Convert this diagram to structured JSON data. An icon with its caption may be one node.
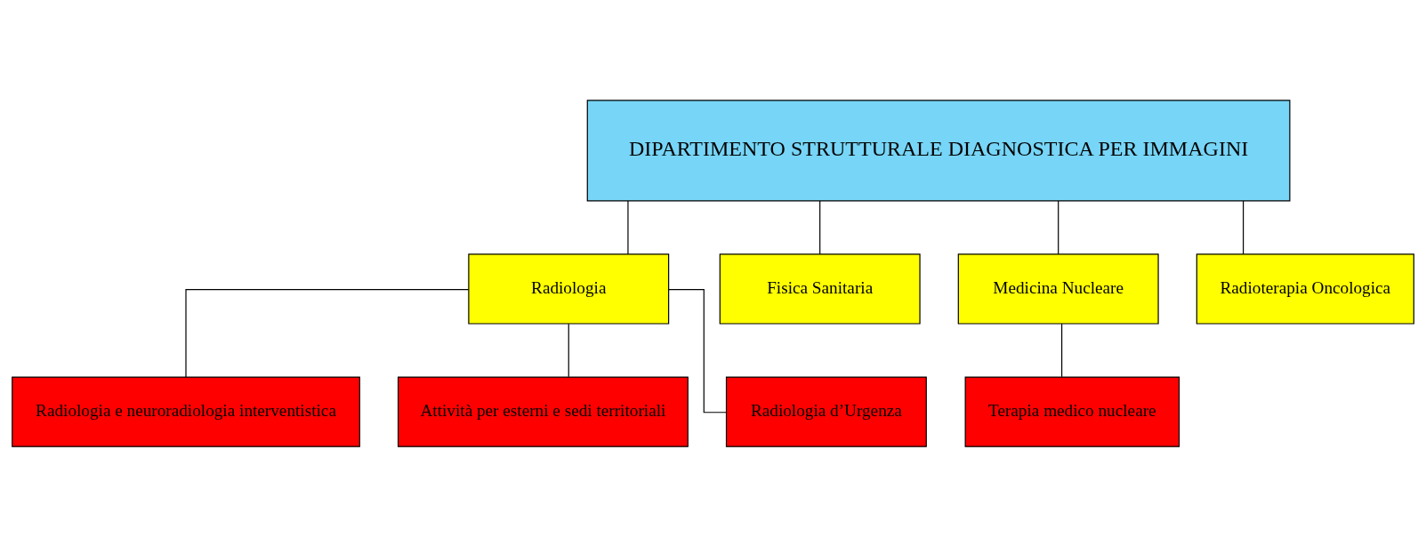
{
  "diagram": {
    "nodes": [
      {
        "text": [
          "DIPARTIMENTO STRUTTURALE DIAGNOSTICA PER IMMAGINI"
        ]
      },
      {
        "text": [
          "Radiologia e neuroradiologia interventistica"
        ]
      },
      {
        "text": [
          "Attività per esterni e sedi territoriali"
        ]
      },
      {
        "text": [
          "Radiologia d’Urgenza"
        ]
      },
      {
        "text": [
          "Radiologia"
        ]
      },
      {
        "text": [
          "Fisica Sanitaria"
        ]
      },
      {
        "text": [
          "Medicina Nucleare"
        ]
      },
      {
        "text": [
          "Terapia medico nucleare"
        ]
      },
      {
        "text": [
          "Radioterapia Oncologica"
        ]
      }
    ],
    "edges": [
      {
        "from": 0,
        "to": 4,
        "arrow": "none"
      },
      {
        "from": 0,
        "to": 5,
        "arrow": "none"
      },
      {
        "from": 0,
        "to": 6,
        "arrow": "none"
      },
      {
        "from": 0,
        "to": 8,
        "arrow": "none"
      },
      {
        "from": 4,
        "to": 1,
        "arrow": "none"
      },
      {
        "from": 4,
        "to": 2,
        "arrow": "none"
      },
      {
        "from": 4,
        "to": 3,
        "arrow": "none"
      },
      {
        "from": 6,
        "to": 7,
        "arrow": "none"
      }
    ]
  }
}
